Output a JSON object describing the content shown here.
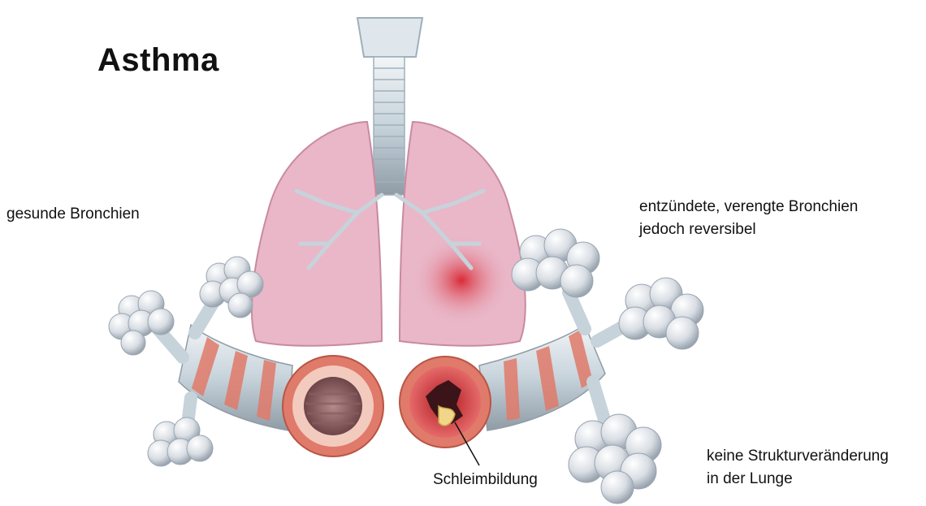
{
  "title": "Asthma",
  "labels": {
    "healthy": "gesunde Bronchien",
    "inflamed_line1": "entzündete, verengte Bronchien",
    "inflamed_line2": "jedoch reversibel",
    "mucus": "Schleimbildung",
    "no_change_line1": "keine Strukturveränderung",
    "no_change_line2": "in der Lunge"
  },
  "colors": {
    "lung": "#e9b7c8",
    "airway": "#c7d3db",
    "muscle_band": "#e07a6a",
    "inflammation": "#d9232e",
    "alveoli": "#d9dee4"
  },
  "icons": [
    "trachea-illustration",
    "lungs-illustration",
    "healthy-bronchus-illustration",
    "inflamed-bronchus-illustration",
    "alveoli-cluster-illustration"
  ]
}
